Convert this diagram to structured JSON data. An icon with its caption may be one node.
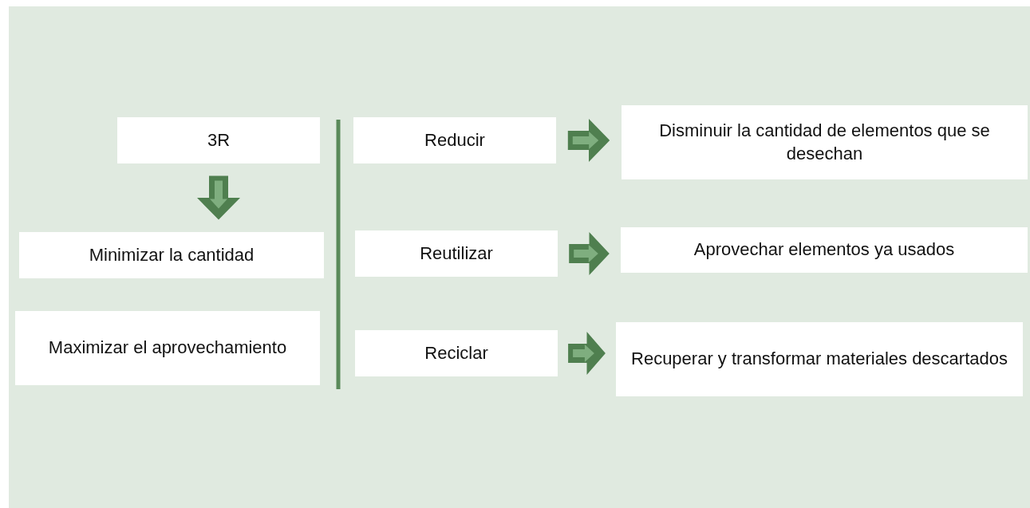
{
  "diagram": {
    "nodes": [
      {
        "text": [
          "3R"
        ]
      },
      {
        "text": [
          "Minimizar la cantidad"
        ]
      },
      {
        "text": [
          "Maximizar el aprovechamiento"
        ]
      },
      {
        "text": [
          "Reducir"
        ]
      },
      {
        "text": [
          "Disminuir la cantidad de elementos que se desechan"
        ]
      },
      {
        "text": [
          "Reutilizar"
        ]
      },
      {
        "text": [
          "Aprovechar elementos ya usados"
        ]
      },
      {
        "text": [
          "Reciclar"
        ]
      },
      {
        "text": [
          "Recuperar y transformar materiales descartados"
        ]
      }
    ],
    "edges": [
      {
        "from": 0,
        "to": 1,
        "arrow": "to"
      },
      {
        "from": 3,
        "to": 4,
        "arrow": "to"
      },
      {
        "from": 5,
        "to": 6,
        "arrow": "to"
      },
      {
        "from": 7,
        "to": 8,
        "arrow": "to"
      }
    ]
  }
}
